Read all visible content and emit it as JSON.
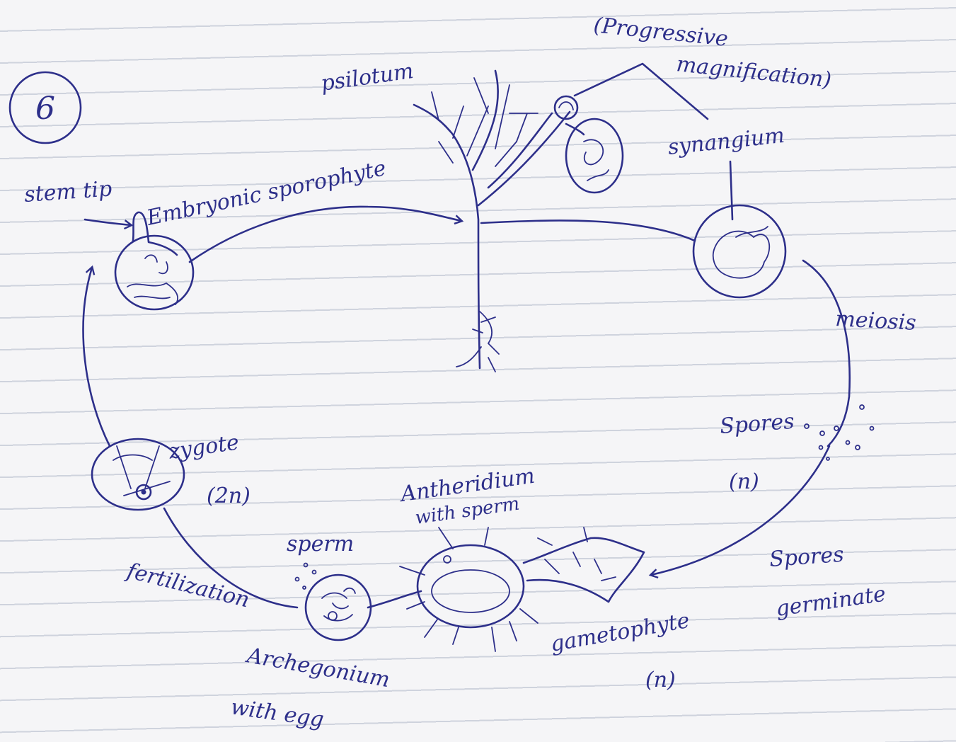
{
  "labels": {
    "number": "6",
    "psilotum": "psilotum",
    "progressive": "(Progressive",
    "magnification": "magnification)",
    "synangium": "synangium",
    "stem_tip": "stem tip",
    "embryonic_sporophyte": "Embryonic sporophyte",
    "meiosis": "meiosis",
    "spores": "Spores",
    "spores_n": "(n)",
    "zygote": "zygote",
    "zygote_2n": "(2n)",
    "antheridium": "Antheridium",
    "with_sperm": "with sperm",
    "sperm": "sperm",
    "fertilization": "fertilization",
    "archegonium": "Archegonium",
    "with_egg": "with egg",
    "gametophyte": "gametophyte",
    "gametophyte_n": "(n)",
    "spores_germinate_1": "Spores",
    "spores_germinate_2": "germinate"
  },
  "colors": {
    "ink": "#2d2f8a",
    "paper": "#f5f5f7",
    "rule": "#a0aabe"
  }
}
